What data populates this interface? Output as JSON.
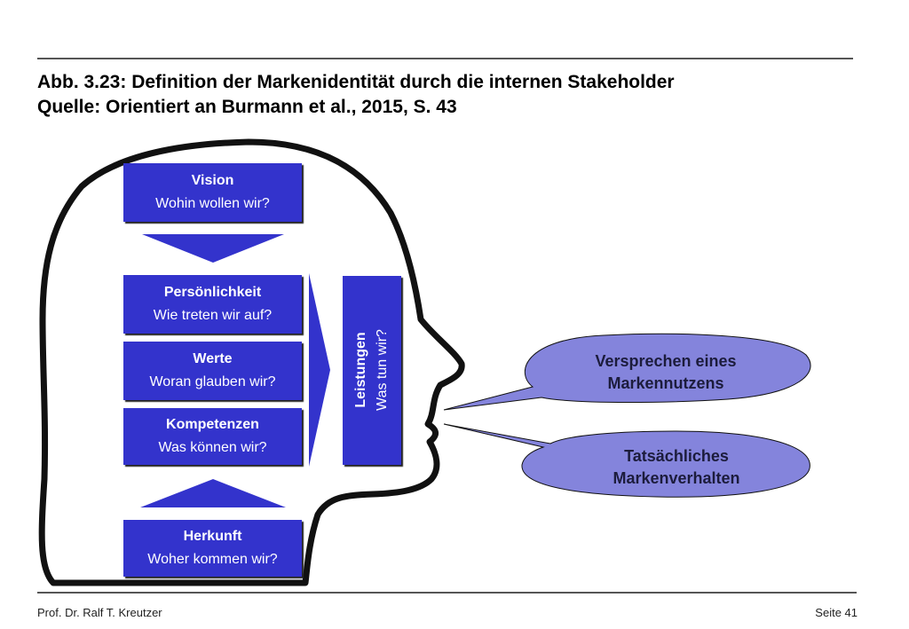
{
  "title": {
    "line1": "Abb. 3.23: Definition der Markenidentität durch die internen Stakeholder",
    "line2": "Quelle: Orientiert an Burmann et al., 2015, S. 43"
  },
  "boxes": {
    "vision": {
      "head": "Vision",
      "sub": "Wohin wollen wir?"
    },
    "persoenlichkeit": {
      "head": "Persönlichkeit",
      "sub": "Wie treten wir auf?"
    },
    "werte": {
      "head": "Werte",
      "sub": "Woran glauben wir?"
    },
    "kompetenzen": {
      "head": "Kompetenzen",
      "sub": "Was können wir?"
    },
    "herkunft": {
      "head": "Herkunft",
      "sub": "Woher kommen wir?"
    },
    "leistungen": {
      "head": "Leistungen",
      "sub": "Was tun wir?"
    }
  },
  "bubbles": {
    "versprechen": [
      "Versprechen eines",
      "Markennutzens"
    ],
    "verhalten": [
      "Tatsächliches",
      "Markenverhalten"
    ]
  },
  "footer": {
    "author": "Prof. Dr. Ralf T. Kreutzer",
    "page": "Seite 41"
  },
  "colors": {
    "box": "#3333cc",
    "bubble": "#8484dc",
    "outline": "#111111"
  }
}
